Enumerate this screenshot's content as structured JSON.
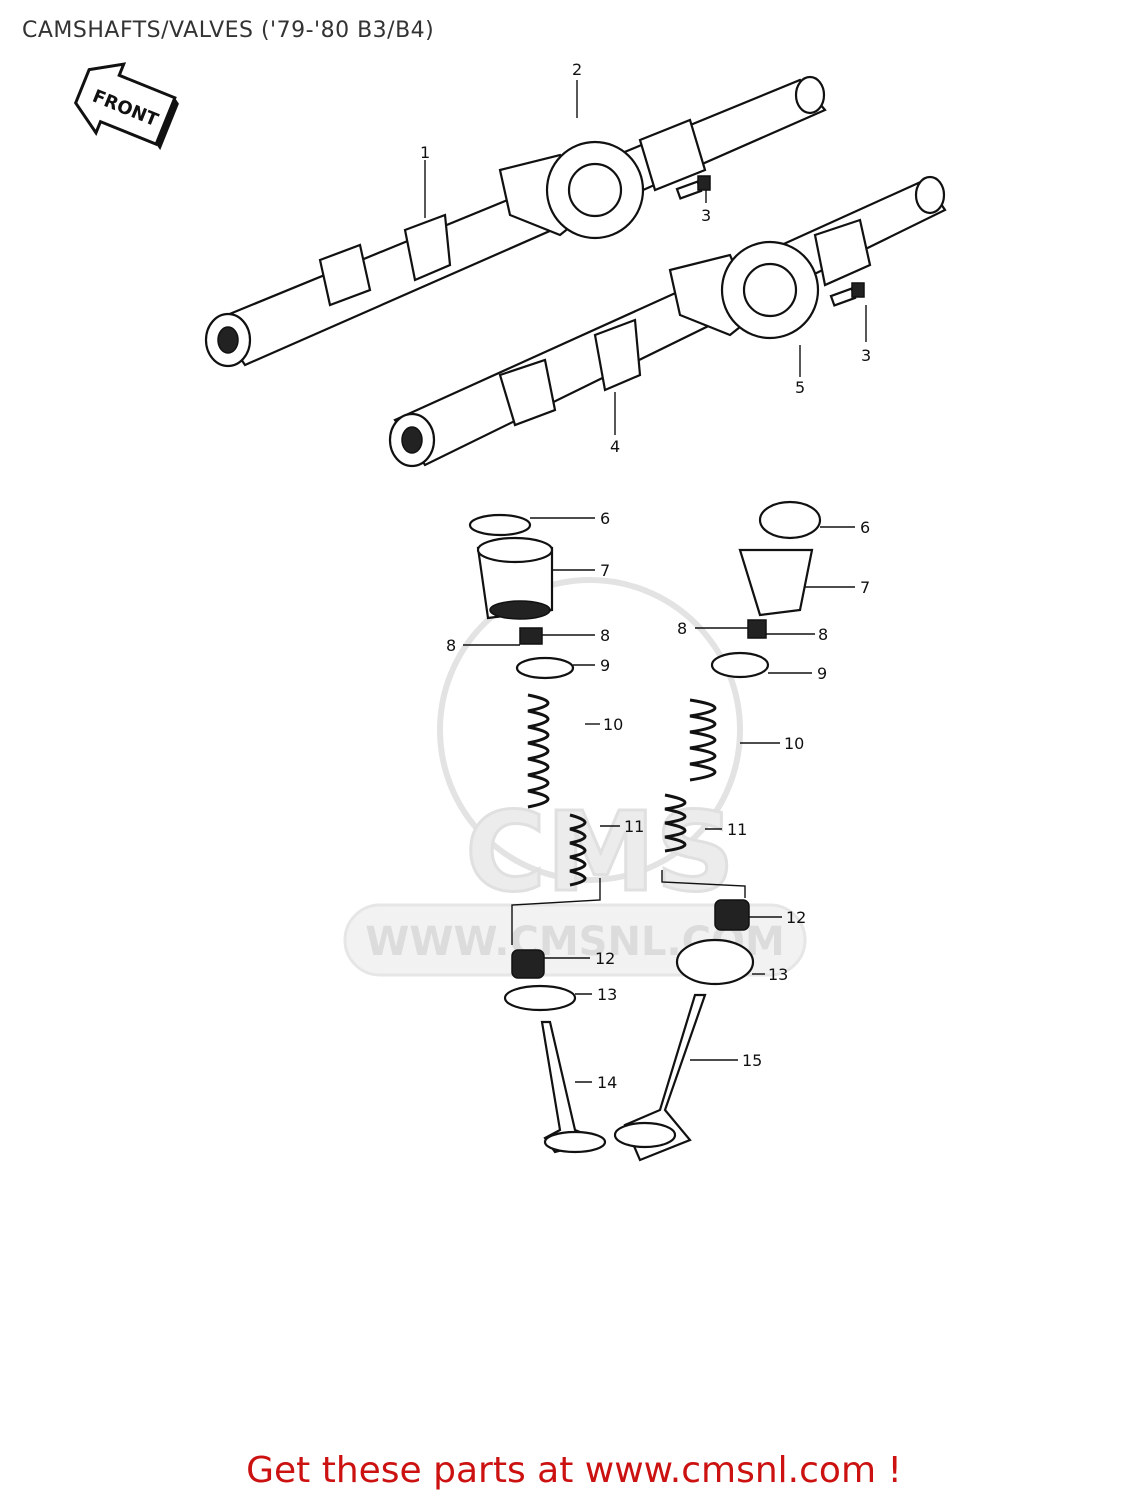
{
  "title": "CAMSHAFTS/VALVES ('79-'80 B3/B4)",
  "front_label": "FRONT",
  "watermark_text": "WWW.CMSNL.COM",
  "watermark_logo_text": "CMS",
  "footer_text": "Get these parts at www.cmsnl.com !",
  "footer_color": "#cc1111",
  "callouts": {
    "c1": "1",
    "c2": "2",
    "c3a": "3",
    "c3b": "3",
    "c4": "4",
    "c5": "5",
    "l6": "6",
    "l7": "7",
    "l8a": "8",
    "l8b": "8",
    "l9": "9",
    "l10": "10",
    "l11": "11",
    "l12": "12",
    "l13": "13",
    "l14": "14",
    "r6": "6",
    "r7": "7",
    "r8a": "8",
    "r8b": "8",
    "r9": "9",
    "r10": "10",
    "r11": "11",
    "r12": "12",
    "r13": "13",
    "r15": "15"
  }
}
